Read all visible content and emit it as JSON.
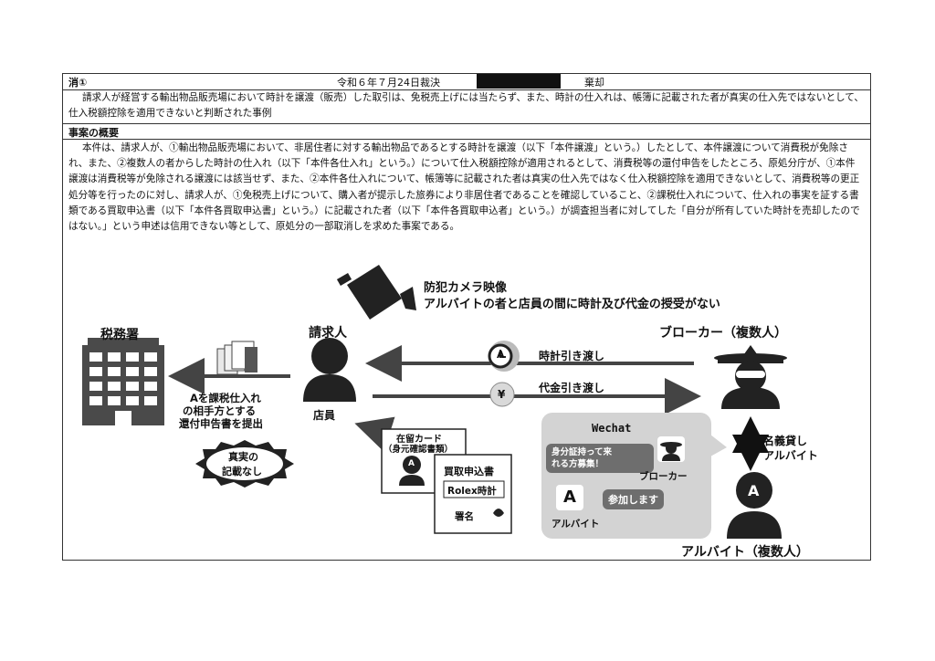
{
  "header": {
    "case_id": "消①",
    "decision_date": "令和６年７月24日裁決",
    "result": "棄却"
  },
  "summary_text": "請求人が経営する輸出物品販売場において時計を譲渡（販売）した取引は、免税売上げには当たらず、また、時計の仕入れは、帳簿に記載された者が真実の仕入先ではないとして、仕入税額控除を適用できないと判断された事例",
  "section_title": "事案の概要",
  "body_text": "本件は、請求人が、①輸出物品販売場において、非居住者に対する輸出物品であるとする時計を譲渡（以下「本件譲渡」という。）したとして、本件譲渡について消費税が免除され、また、②複数人の者からした時計の仕入れ（以下「本件各仕入れ」という。）について仕入税額控除が適用されるとして、消費税等の還付申告をしたところ、原処分庁が、①本件譲渡は消費税等が免除される譲渡には該当せず、また、②本件各仕入れについて、帳簿等に記載された者は真実の仕入先ではなく仕入税額控除を適用できないとして、消費税等の更正処分等を行ったのに対し、請求人が、①免税売上げについて、購入者が提示した旅券により非居住者であることを確認していること、②課税仕入れについて、仕入れの事実を証する書類である買取申込書（以下「本件各買取申込書」という。）に記載された者（以下「本件各買取申込者」という。）が調査担当者に対してした「自分が所有していた時計を売却したのではない。」という申述は信用できない等として、原処分の一部取消しを求めた事案である。",
  "diagram": {
    "camera_caption_1": "防犯カメラ映像",
    "camera_caption_2": "アルバイトの者と店員の間に時計及び代金の授受がない",
    "tax_office": "税務署",
    "claimant": "請求人",
    "clerk": "店員",
    "broker": "ブローカー（複数人）",
    "watch_handover": "時計引き渡し",
    "payment_handover": "代金引き渡し",
    "tax_return_note_1": "Aを課税仕入れ",
    "tax_return_note_2": "の相手方とする",
    "tax_return_note_3": "還付申告書を提出",
    "burst_1": "真実の",
    "burst_2": "記載なし",
    "residence_card_1": "在留カード",
    "residence_card_2": "（身元確認書類）",
    "purchase_form": "買取申込書",
    "rolex": "Rolex時計",
    "signature": "署名",
    "wechat_title": "Wechat",
    "wechat_msg_1a": "身分証持って来",
    "wechat_msg_1b": "れる方募集！",
    "wechat_broker": "ブローカー",
    "wechat_msg_2": "参加します",
    "wechat_parttimer": "アルバイト",
    "name_lending_1": "名義貸し",
    "name_lending_2": "アルバイト",
    "parttimers": "アルバイト（複数人）",
    "avatar_letter": "A",
    "yen_symbol": "¥"
  }
}
